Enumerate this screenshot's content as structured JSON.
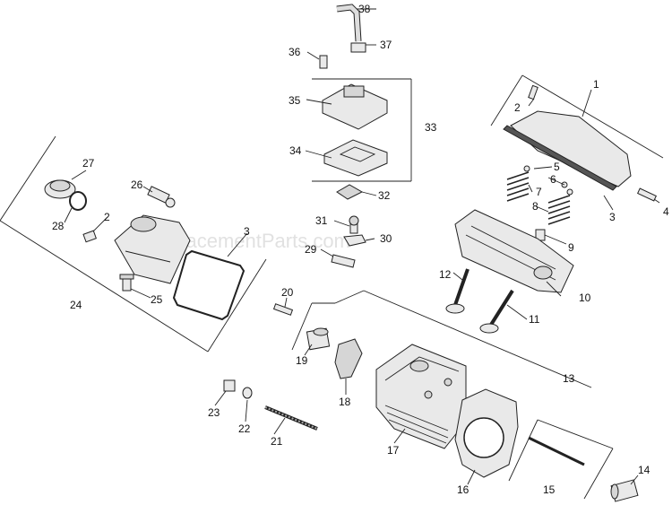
{
  "watermark": "eReplacementParts.com",
  "callouts": {
    "n1": "1",
    "n2a": "2",
    "n2b": "2",
    "n3a": "3",
    "n3b": "3",
    "n4": "4",
    "n5": "5",
    "n6": "6",
    "n7": "7",
    "n8": "8",
    "n9": "9",
    "n10": "10",
    "n11": "11",
    "n12": "12",
    "n13": "13",
    "n14": "14",
    "n15": "15",
    "n16": "16",
    "n17": "17",
    "n18": "18",
    "n19": "19",
    "n20": "20",
    "n21": "21",
    "n22": "22",
    "n23": "23",
    "n24": "24",
    "n25": "25",
    "n26": "26",
    "n27": "27",
    "n28": "28",
    "n29": "29",
    "n30": "30",
    "n31": "31",
    "n32": "32",
    "n33": "33",
    "n34": "34",
    "n35": "35",
    "n36": "36",
    "n37": "37",
    "n38": "38"
  }
}
